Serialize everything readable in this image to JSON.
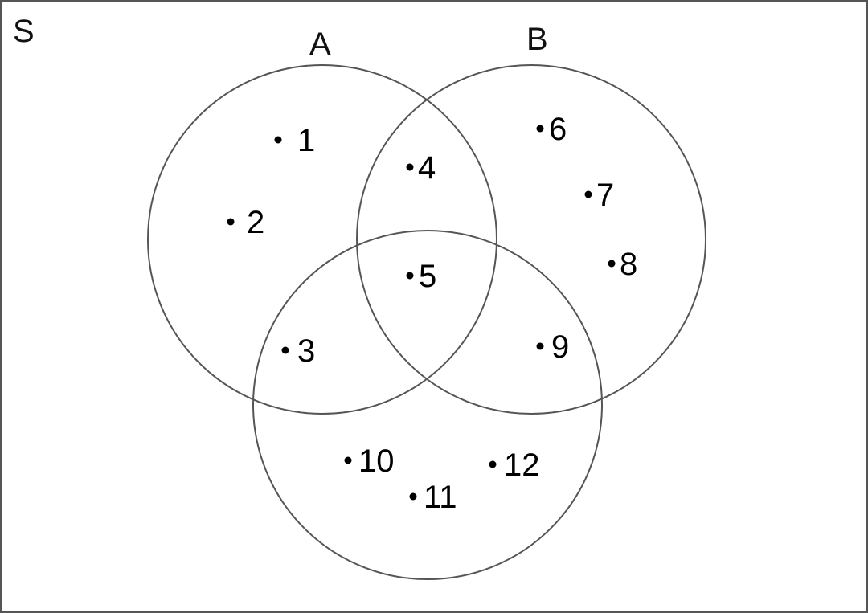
{
  "diagram": {
    "universe_label": "S",
    "sets": [
      {
        "id": "A",
        "label": "A"
      },
      {
        "id": "B",
        "label": "B"
      },
      {
        "id": "C",
        "label": ""
      }
    ],
    "elements": [
      {
        "label": "1",
        "in": [
          "A"
        ]
      },
      {
        "label": "2",
        "in": [
          "A"
        ]
      },
      {
        "label": "3",
        "in": [
          "A",
          "C"
        ]
      },
      {
        "label": "4",
        "in": [
          "A",
          "B"
        ]
      },
      {
        "label": "5",
        "in": [
          "A",
          "B",
          "C"
        ]
      },
      {
        "label": "6",
        "in": [
          "B"
        ]
      },
      {
        "label": "7",
        "in": [
          "B"
        ]
      },
      {
        "label": "8",
        "in": [
          "B"
        ]
      },
      {
        "label": "9",
        "in": [
          "B",
          "C"
        ]
      },
      {
        "label": "10",
        "in": [
          "C"
        ]
      },
      {
        "label": "11",
        "in": [
          "C"
        ]
      },
      {
        "label": "12",
        "in": [
          "C"
        ]
      }
    ],
    "colors": {
      "stroke": "#555555",
      "text": "#000000"
    }
  }
}
